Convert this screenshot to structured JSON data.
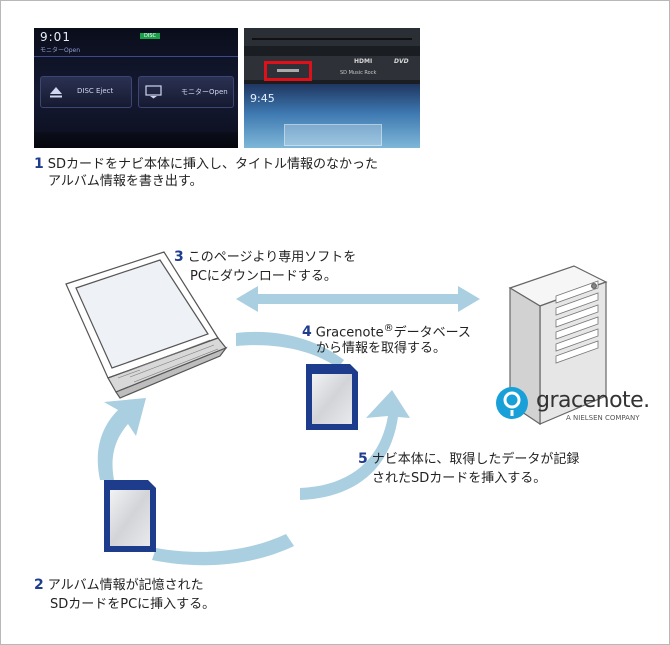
{
  "screen1": {
    "clock": "9:01",
    "subtitle": "モニターOpen",
    "button_left": "DISC Eject",
    "button_right": "モニターOpen",
    "indicator": "DISC"
  },
  "screen2": {
    "clock": "9:45",
    "brand_logos": [
      "HDMI",
      "DVD",
      "SD Music Rock"
    ],
    "highlight_color": "#e0101a"
  },
  "steps": {
    "s1": {
      "num": "1",
      "line1": "SDカードをナビ本体に挿入し、タイトル情報のなかった",
      "line2": "アルバム情報を書き出す。"
    },
    "s2": {
      "num": "2",
      "line1": "アルバム情報が記憶された",
      "line2": "SDカードをPCに挿入する。"
    },
    "s3": {
      "num": "3",
      "line1": "このページより専用ソフトを",
      "line2": "PCにダウンロードする。"
    },
    "s4": {
      "num": "4",
      "line1_pre": "Gracenote",
      "line1_mark": "®",
      "line1_post": "データベース",
      "line2": "から情報を取得する。"
    },
    "s5": {
      "num": "5",
      "line1": "ナビ本体に、取得したデータが記録",
      "line2": "されたSDカードを挿入する。"
    }
  },
  "logo": {
    "name": "gracenote.",
    "tagline": "A NIELSEN COMPANY",
    "color": "#1aa0d8"
  },
  "colors": {
    "arrow": "#a9cfe0",
    "step_number": "#1f3d8f",
    "sd_card": "#1e3c8c"
  },
  "icons": [
    "laptop-icon",
    "server-icon",
    "sd-card-icon",
    "double-arrow-icon",
    "cycle-arrow-icon"
  ]
}
